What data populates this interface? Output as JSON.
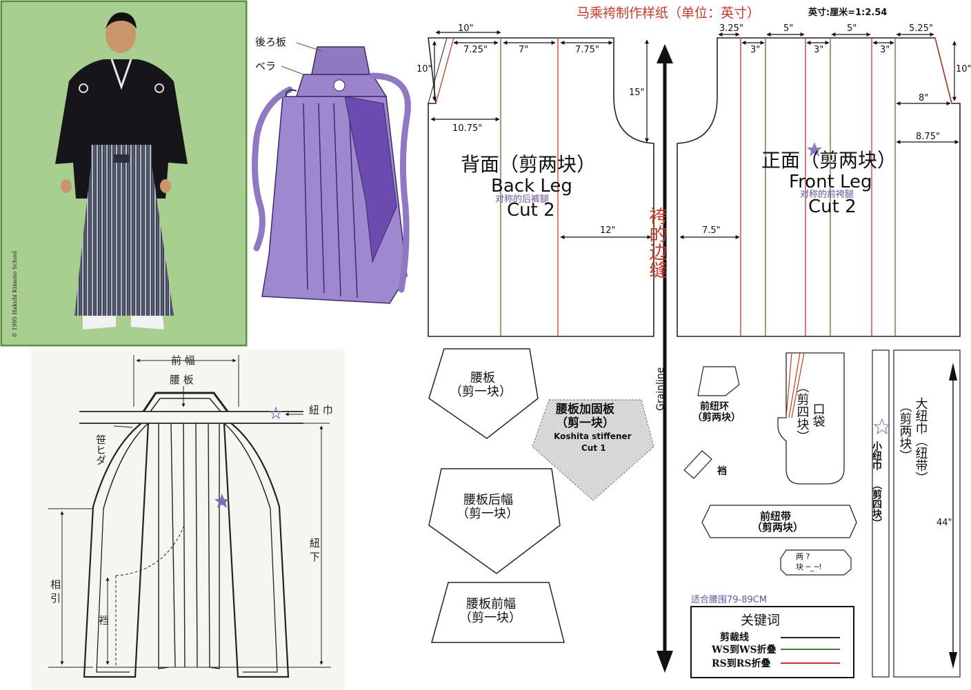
{
  "title": "马乘袴制作样纸（单位：英寸）",
  "scale": "英寸:厘米=1:2.54",
  "photo_credit": "© 1995 Hakubi Kimono School",
  "colors": {
    "cut": "#222222",
    "ws_fold": "#4a7a3a",
    "rs_fold": "#c0392b",
    "accent": "#c0392b",
    "sub": "#6a4fa0",
    "photo_bg": "#a8cf8f",
    "hakama_purple": "#7a5fb0"
  },
  "illustration": {
    "label_ushiroita": "後ろ板",
    "label_bera": "ベラ"
  },
  "traditional": {
    "maehaba": "前 幅",
    "koshiita": "腰 板",
    "himo": "紐 巾",
    "sasahida": "笹ヒダ",
    "himoshita": "紐 下",
    "aibiki": "相 引",
    "machi": "裆"
  },
  "back_panel": {
    "title_cn": "背面（剪两块）",
    "title_en": "Back Leg",
    "subtitle_cn": "对称的后裤腿",
    "cut": "Cut 2",
    "dims": {
      "top": "10\"",
      "a": "7.25\"",
      "b": "7\"",
      "c": "7.75\"",
      "left": "10\"",
      "mid": "10.75\"",
      "curve": "15\"",
      "right": "12\""
    }
  },
  "front_panel": {
    "title_cn": "正面（剪两块）",
    "title_en": "Front Leg",
    "subtitle_cn": "对称的前袴腿",
    "cut": "Cut 2",
    "dims": {
      "a": "3.25\"",
      "b": "5\"",
      "c": "5\"",
      "d": "5.25\"",
      "e": "3\"",
      "f": "3\"",
      "g": "3\"",
      "right": "10\"",
      "h": "8\"",
      "i": "8.75\"",
      "left": "7.5\""
    }
  },
  "seam_label": "袴的边缝",
  "grainline": "Grainline",
  "pieces": {
    "koshiita": "腰板",
    "koshiita_cut": "（剪一块）",
    "stiffener_cn": "腰板加固板",
    "stiffener_cut": "（剪一块）",
    "stiffener_en": "Koshita stiffener",
    "stiffener_en_cut": "Cut 1",
    "back_width": "腰板后幅",
    "back_width_cut": "（剪一块）",
    "front_width": "腰板前幅",
    "front_width_cut": "（剪一块）",
    "front_loop": "前纽环",
    "front_loop_cut": "（剪两块）",
    "gusset": "裆",
    "pocket": "口袋",
    "pocket_cut": "（剪四块）",
    "small_tie": "小纽巾",
    "small_tie_cut": "（剪四块）",
    "big_tie": "大纽巾（纽带）",
    "big_tie_cut": "（剪两块）",
    "tie_length": "44\"",
    "front_band": "前纽带",
    "front_band_cut": "（剪两块）",
    "two_pieces_a": "两 ?",
    "two_pieces_b": "块 ─_─!"
  },
  "waist_fit": "适合腰围79-89CM",
  "legend": {
    "title": "关键词",
    "cut": "剪裁线",
    "ws": "WS到WS折叠",
    "rs": "RS到RS折叠"
  }
}
